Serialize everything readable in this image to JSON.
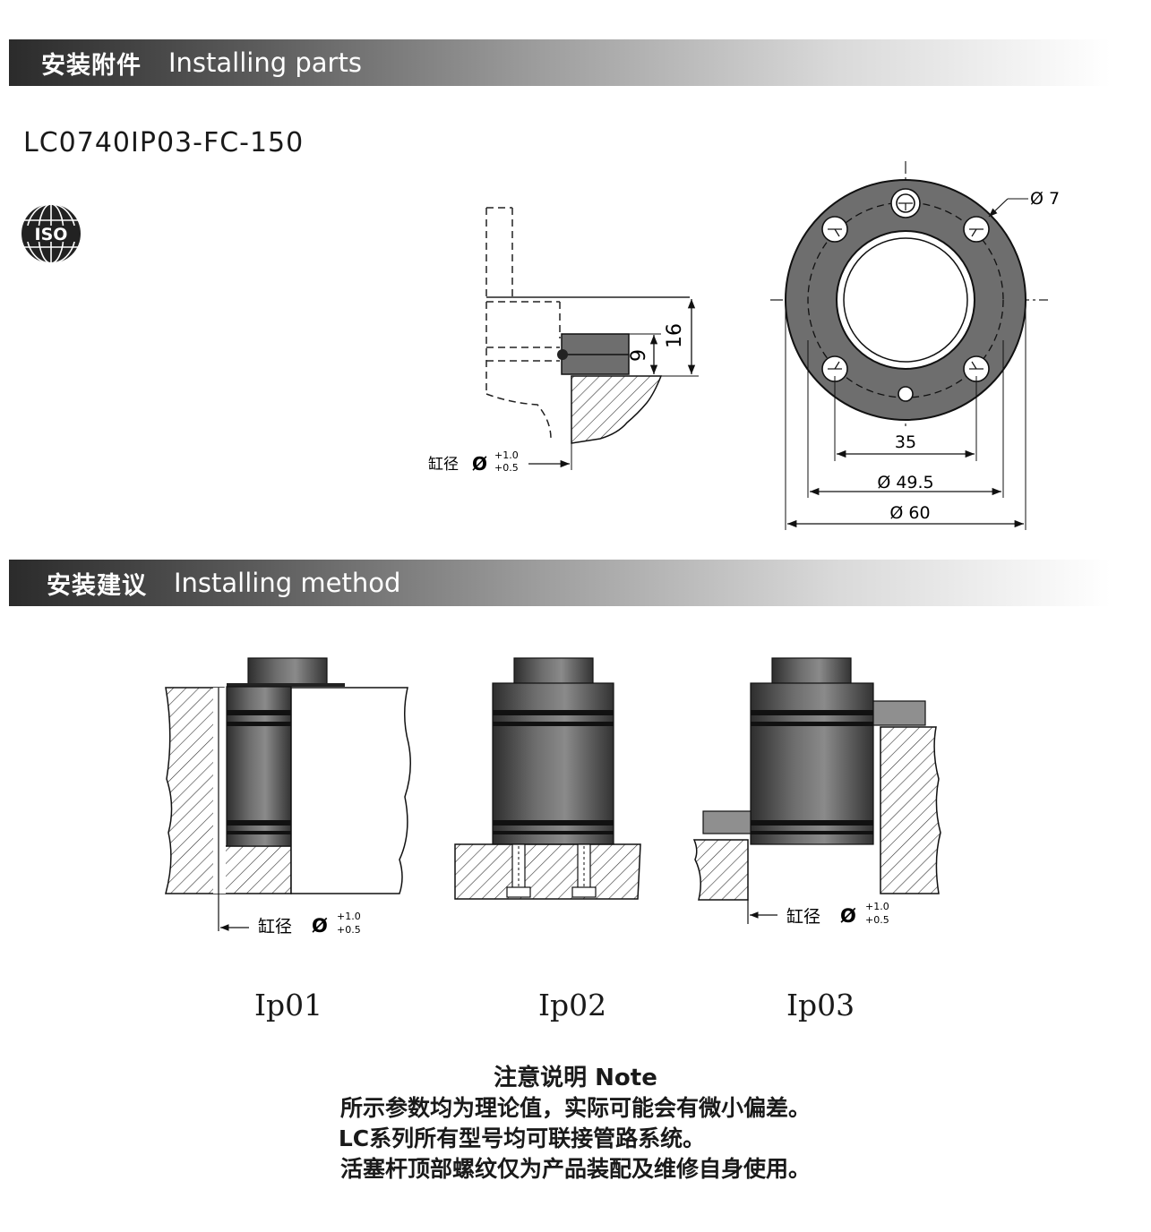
{
  "section1": {
    "title_cn": "安装附件",
    "title_en": "Installing parts"
  },
  "model": "LC0740IP03-FC-150",
  "iso_logo_text": "ISO",
  "side_view": {
    "dim_16": "16",
    "dim_9": "9",
    "bore_label": "缸径",
    "phi": "Ø",
    "tol_upper": "+1.0",
    "tol_lower": "+0.5"
  },
  "flange_view": {
    "hole_dia": "Ø 7",
    "dim_35": "35",
    "dim_49_5": "Ø 49.5",
    "dim_60": "Ø 60"
  },
  "section2": {
    "title_cn": "安装建议",
    "title_en": "Installing method"
  },
  "methods": [
    {
      "label": "Ip01",
      "bore_label": "缸径",
      "phi": "Ø",
      "tol_upper": "+1.0",
      "tol_lower": "+0.5"
    },
    {
      "label": "Ip02"
    },
    {
      "label": "Ip03",
      "bore_label": "缸径",
      "phi": "Ø",
      "tol_upper": "+1.0",
      "tol_lower": "+0.5"
    }
  ],
  "note": {
    "title": "注意说明 Note",
    "lines": [
      "所示参数均为理论值，实际可能会有微小偏差。",
      "LC系列所有型号均可联接管路系统。",
      "活塞杆顶部螺纹仅为产品装配及维修自身使用。"
    ]
  },
  "colors": {
    "banner_dark": "#2b2b2b",
    "flange_fill": "#6e6e6e",
    "body_fill": "#4a4a4a"
  }
}
